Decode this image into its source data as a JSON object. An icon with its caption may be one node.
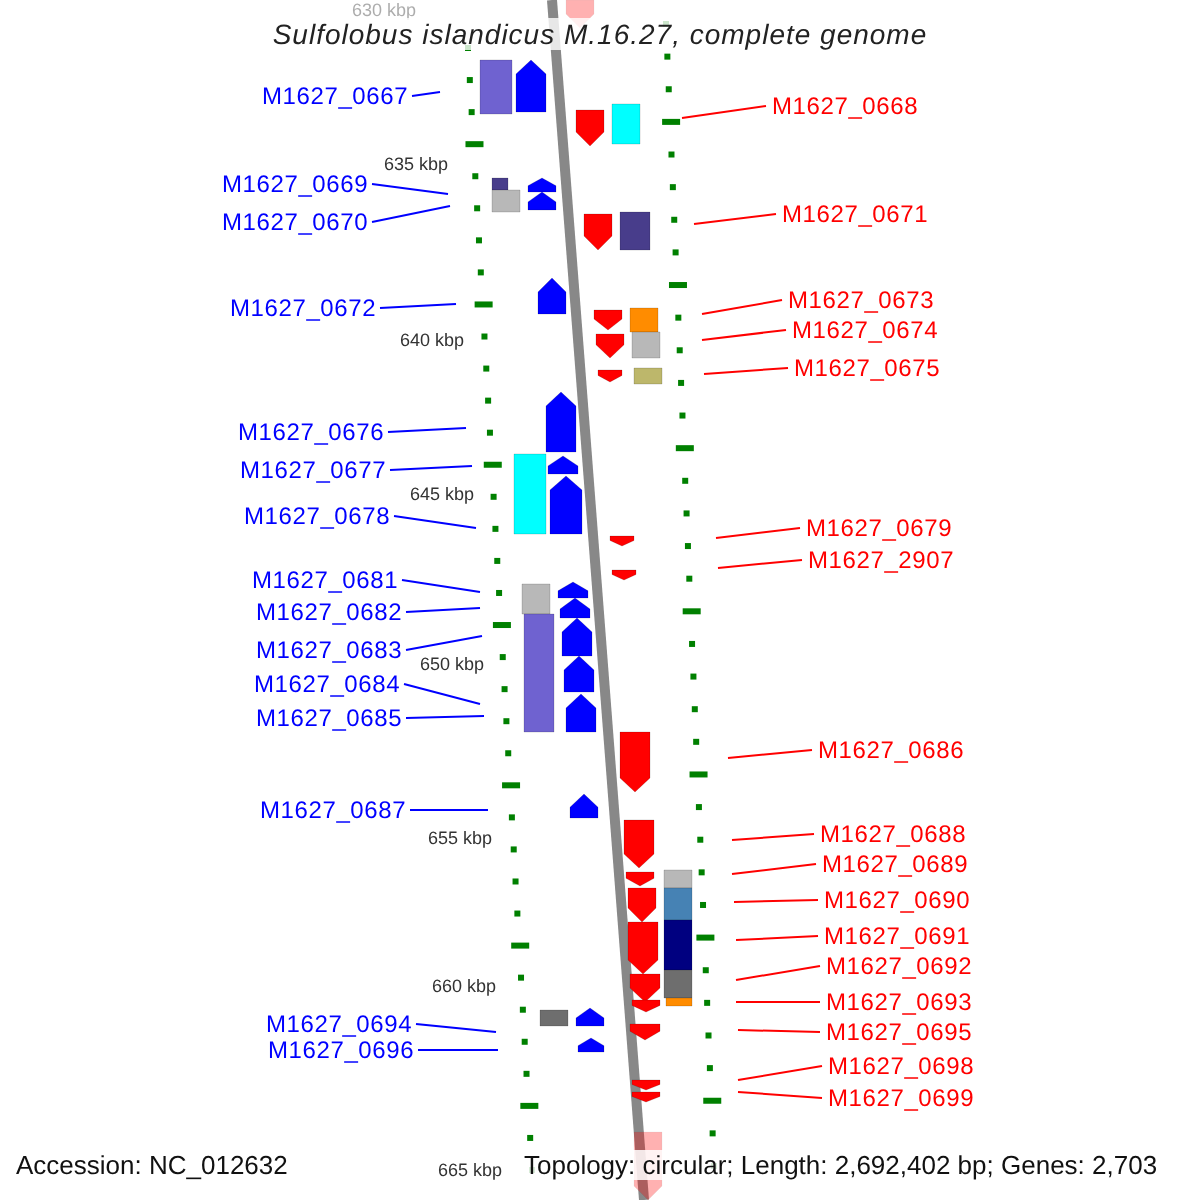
{
  "diagram": {
    "title": "Sulfolobus islandicus M.16.27, complete genome",
    "nodes": [
      {
        "text": [
          "M1627_0667"
        ]
      },
      {
        "text": [
          "M1627_0669"
        ]
      },
      {
        "text": [
          "M1627_0670"
        ]
      },
      {
        "text": [
          "M1627_0672"
        ]
      },
      {
        "text": [
          "M1627_0676"
        ]
      },
      {
        "text": [
          "M1627_0677"
        ]
      },
      {
        "text": [
          "M1627_0678"
        ]
      },
      {
        "text": [
          "M1627_0681"
        ]
      },
      {
        "text": [
          "M1627_0682"
        ]
      },
      {
        "text": [
          "M1627_0683"
        ]
      },
      {
        "text": [
          "M1627_0684"
        ]
      },
      {
        "text": [
          "M1627_0685"
        ]
      },
      {
        "text": [
          "M1627_0687"
        ]
      },
      {
        "text": [
          "M1627_0694"
        ]
      },
      {
        "text": [
          "M1627_0696"
        ]
      },
      {
        "text": [
          "M1627_0668"
        ]
      },
      {
        "text": [
          "M1627_0671"
        ]
      },
      {
        "text": [
          "M1627_0673"
        ]
      },
      {
        "text": [
          "M1627_0674"
        ]
      },
      {
        "text": [
          "M1627_0675"
        ]
      },
      {
        "text": [
          "M1627_0679"
        ]
      },
      {
        "text": [
          "M1627_2907"
        ]
      },
      {
        "text": [
          "M1627_0686"
        ]
      },
      {
        "text": [
          "M1627_0688"
        ]
      },
      {
        "text": [
          "M1627_0689"
        ]
      },
      {
        "text": [
          "M1627_0690"
        ]
      },
      {
        "text": [
          "M1627_0691"
        ]
      },
      {
        "text": [
          "M1627_0692"
        ]
      },
      {
        "text": [
          "M1627_0693"
        ]
      },
      {
        "text": [
          "M1627_0695"
        ]
      },
      {
        "text": [
          "M1627_0698"
        ]
      },
      {
        "text": [
          "M1627_0699"
        ]
      }
    ],
    "edges": [
      {
        "from": 0,
        "to": null,
        "arrow": "none",
        "color": "#0000ff"
      },
      {
        "from": 1,
        "to": null,
        "arrow": "none",
        "color": "#0000ff"
      },
      {
        "from": 2,
        "to": null,
        "arrow": "none",
        "color": "#0000ff"
      },
      {
        "from": 3,
        "to": null,
        "arrow": "none",
        "color": "#0000ff"
      },
      {
        "from": 4,
        "to": null,
        "arrow": "none",
        "color": "#0000ff"
      },
      {
        "from": 5,
        "to": null,
        "arrow": "none",
        "color": "#0000ff"
      },
      {
        "from": 6,
        "to": null,
        "arrow": "none",
        "color": "#0000ff"
      },
      {
        "from": 7,
        "to": null,
        "arrow": "none",
        "color": "#0000ff"
      },
      {
        "from": 8,
        "to": null,
        "arrow": "none",
        "color": "#0000ff"
      },
      {
        "from": 9,
        "to": null,
        "arrow": "none",
        "color": "#0000ff"
      },
      {
        "from": 10,
        "to": null,
        "arrow": "none",
        "color": "#0000ff"
      },
      {
        "from": 11,
        "to": null,
        "arrow": "none",
        "color": "#0000ff"
      },
      {
        "from": 12,
        "to": null,
        "arrow": "none",
        "color": "#0000ff"
      },
      {
        "from": 13,
        "to": null,
        "arrow": "none",
        "color": "#0000ff"
      },
      {
        "from": 14,
        "to": null,
        "arrow": "none",
        "color": "#0000ff"
      },
      {
        "from": 15,
        "to": null,
        "arrow": "none"
      },
      {
        "from": 16,
        "to": null,
        "arrow": "none"
      },
      {
        "from": 17,
        "to": null,
        "arrow": "none"
      },
      {
        "from": 18,
        "to": null,
        "arrow": "none"
      },
      {
        "from": 19,
        "to": null,
        "arrow": "none"
      },
      {
        "from": 20,
        "to": null,
        "arrow": "none"
      },
      {
        "from": 21,
        "to": null,
        "arrow": "none"
      },
      {
        "from": 22,
        "to": null,
        "arrow": "none"
      },
      {
        "from": 23,
        "to": null,
        "arrow": "none"
      },
      {
        "from": 24,
        "to": null,
        "arrow": "none"
      },
      {
        "from": 25,
        "to": null,
        "arrow": "none"
      },
      {
        "from": 26,
        "to": null,
        "arrow": "none"
      },
      {
        "from": 27,
        "to": null,
        "arrow": "none"
      },
      {
        "from": 28,
        "to": null,
        "arrow": "none"
      },
      {
        "from": 29,
        "to": null,
        "arrow": "none"
      },
      {
        "from": 30,
        "to": null,
        "arrow": "none"
      },
      {
        "from": 31,
        "to": null,
        "arrow": "none"
      }
    ],
    "labels": [
      "630 kbp",
      "635 kbp",
      "640 kbp",
      "645 kbp",
      "650 kbp",
      "655 kbp",
      "660 kbp",
      "665 kbp",
      "Accession: NC_012632",
      "Topology: circular; Length: 2,692,402 bp; Genes: 2,703"
    ]
  }
}
